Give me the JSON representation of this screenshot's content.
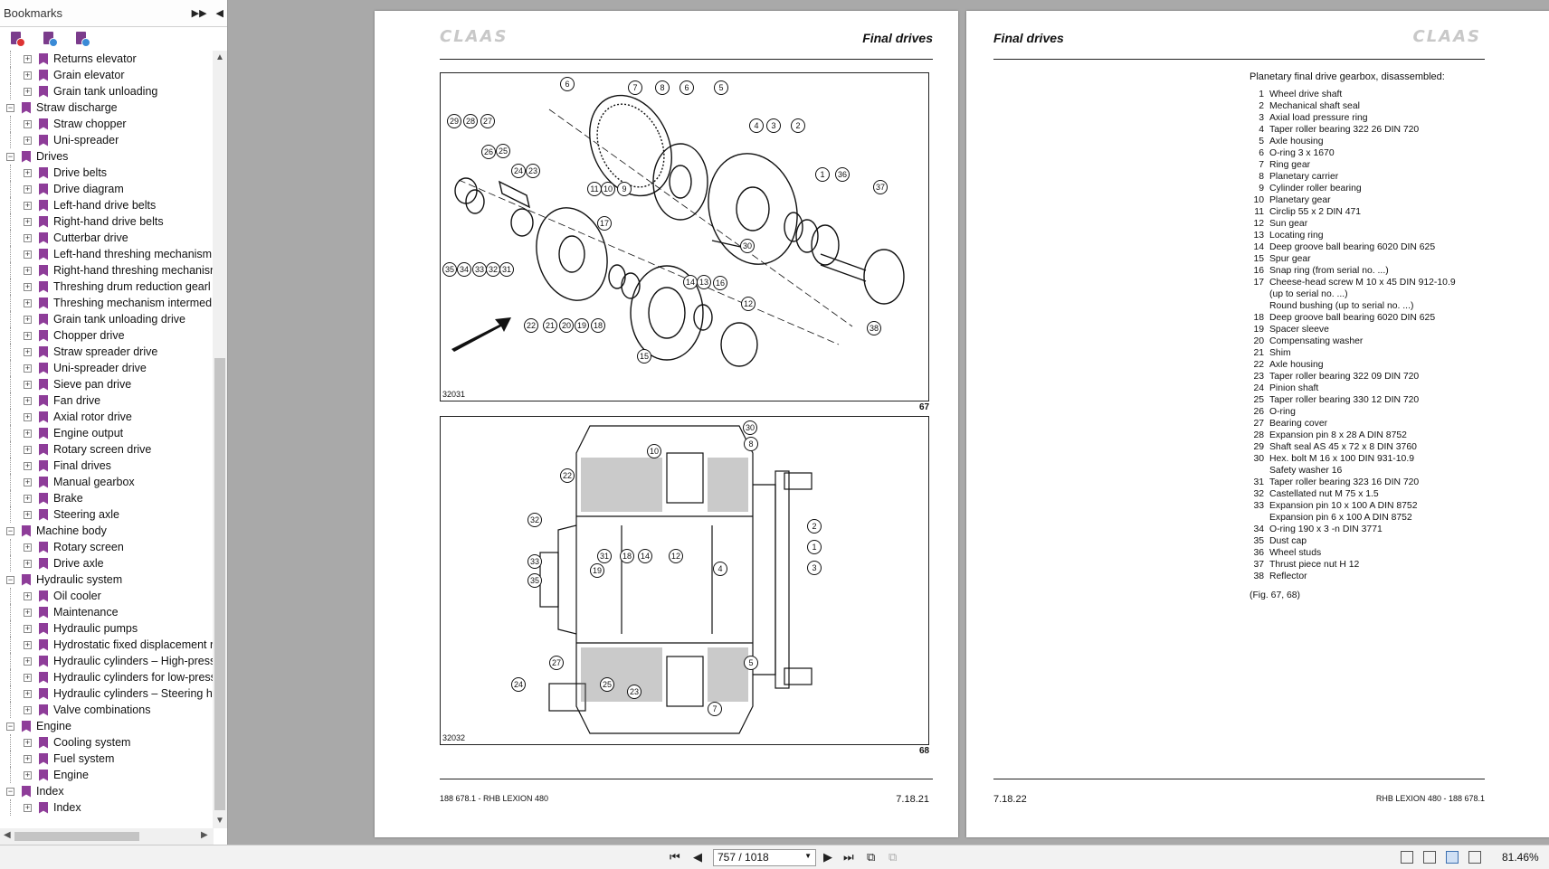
{
  "bookmarks": {
    "title": "Bookmarks",
    "items": [
      {
        "level": 2,
        "label": "Returns elevator"
      },
      {
        "level": 2,
        "label": "Grain elevator"
      },
      {
        "level": 2,
        "label": "Grain tank unloading"
      },
      {
        "level": 1,
        "label": "Straw discharge"
      },
      {
        "level": 2,
        "label": "Straw chopper"
      },
      {
        "level": 2,
        "label": "Uni-spreader"
      },
      {
        "level": 1,
        "label": "Drives"
      },
      {
        "level": 2,
        "label": "Drive belts"
      },
      {
        "level": 2,
        "label": "Drive diagram"
      },
      {
        "level": 2,
        "label": "Left-hand drive belts"
      },
      {
        "level": 2,
        "label": "Right-hand drive belts"
      },
      {
        "level": 2,
        "label": "Cutterbar drive"
      },
      {
        "level": 2,
        "label": "Left-hand threshing mechanism"
      },
      {
        "level": 2,
        "label": "Right-hand threshing mechanisr"
      },
      {
        "level": 2,
        "label": "Threshing drum reduction gearl"
      },
      {
        "level": 2,
        "label": "Threshing mechanism intermed"
      },
      {
        "level": 2,
        "label": "Grain tank unloading drive"
      },
      {
        "level": 2,
        "label": "Chopper drive"
      },
      {
        "level": 2,
        "label": "Straw spreader drive"
      },
      {
        "level": 2,
        "label": "Uni-spreader drive"
      },
      {
        "level": 2,
        "label": "Sieve pan drive"
      },
      {
        "level": 2,
        "label": "Fan drive"
      },
      {
        "level": 2,
        "label": "Axial rotor drive"
      },
      {
        "level": 2,
        "label": "Engine output"
      },
      {
        "level": 2,
        "label": "Rotary screen drive"
      },
      {
        "level": 2,
        "label": "Final drives"
      },
      {
        "level": 2,
        "label": "Manual gearbox"
      },
      {
        "level": 2,
        "label": "Brake"
      },
      {
        "level": 2,
        "label": "Steering axle"
      },
      {
        "level": 1,
        "label": "Machine body"
      },
      {
        "level": 2,
        "label": "Rotary screen"
      },
      {
        "level": 2,
        "label": "Drive axle"
      },
      {
        "level": 1,
        "label": "Hydraulic system"
      },
      {
        "level": 2,
        "label": "Oil cooler"
      },
      {
        "level": 2,
        "label": "Maintenance"
      },
      {
        "level": 2,
        "label": "Hydraulic pumps"
      },
      {
        "level": 2,
        "label": "Hydrostatic fixed displacement r"
      },
      {
        "level": 2,
        "label": "Hydraulic cylinders – High-pressu"
      },
      {
        "level": 2,
        "label": "Hydraulic cylinders for low-press"
      },
      {
        "level": 2,
        "label": "Hydraulic cylinders – Steering hy"
      },
      {
        "level": 2,
        "label": "Valve combinations"
      },
      {
        "level": 1,
        "label": "Engine"
      },
      {
        "level": 2,
        "label": "Cooling system"
      },
      {
        "level": 2,
        "label": "Fuel system"
      },
      {
        "level": 2,
        "label": "Engine"
      },
      {
        "level": 1,
        "label": "Index"
      },
      {
        "level": 2,
        "label": "Index"
      }
    ]
  },
  "left_page": {
    "logo": "CLAAS",
    "title": "Final drives",
    "fig1": {
      "code": "32031",
      "number": "67"
    },
    "fig2": {
      "code": "32032",
      "number": "68"
    },
    "footer_left": "188 678.1 - RHB LEXION 480",
    "footer_right": "7.18.21"
  },
  "right_page": {
    "logo": "CLAAS",
    "title": "Final drives",
    "heading": "Planetary final drive gearbox, disassembled:",
    "parts": [
      {
        "n": "1",
        "t": "Wheel drive shaft"
      },
      {
        "n": "2",
        "t": "Mechanical shaft seal"
      },
      {
        "n": "3",
        "t": "Axial load pressure ring"
      },
      {
        "n": "4",
        "t": "Taper roller bearing 322 26 DIN 720"
      },
      {
        "n": "5",
        "t": "Axle housing"
      },
      {
        "n": "6",
        "t": "O-ring 3 x 1670"
      },
      {
        "n": "7",
        "t": "Ring gear"
      },
      {
        "n": "8",
        "t": "Planetary carrier"
      },
      {
        "n": "9",
        "t": "Cylinder roller bearing"
      },
      {
        "n": "10",
        "t": "Planetary gear"
      },
      {
        "n": "11",
        "t": "Circlip 55 x 2 DIN 471"
      },
      {
        "n": "12",
        "t": "Sun gear"
      },
      {
        "n": "13",
        "t": "Locating ring"
      },
      {
        "n": "14",
        "t": "Deep groove ball bearing 6020 DIN 625"
      },
      {
        "n": "15",
        "t": "Spur gear"
      },
      {
        "n": "16",
        "t": "Snap ring (from serial no. ...)"
      },
      {
        "n": "17",
        "t": "Cheese-head screw M 10 x 45 DIN 912-10.9"
      },
      {
        "n": "",
        "t": "(up to serial no. ...)"
      },
      {
        "n": "",
        "t": "Round bushing (up to serial no. ...)"
      },
      {
        "n": "18",
        "t": "Deep groove ball bearing 6020 DIN 625"
      },
      {
        "n": "19",
        "t": "Spacer sleeve"
      },
      {
        "n": "20",
        "t": "Compensating washer"
      },
      {
        "n": "21",
        "t": "Shim"
      },
      {
        "n": "22",
        "t": "Axle housing"
      },
      {
        "n": "23",
        "t": "Taper roller bearing 322 09 DIN 720"
      },
      {
        "n": "24",
        "t": "Pinion shaft"
      },
      {
        "n": "25",
        "t": "Taper roller bearing 330 12 DIN 720"
      },
      {
        "n": "26",
        "t": "O-ring"
      },
      {
        "n": "27",
        "t": "Bearing cover"
      },
      {
        "n": "28",
        "t": "Expansion pin 8 x 28 A DIN 8752"
      },
      {
        "n": "29",
        "t": "Shaft seal AS 45 x 72 x 8 DIN 3760"
      },
      {
        "n": "30",
        "t": "Hex. bolt M 16 x 100 DIN 931-10.9"
      },
      {
        "n": "",
        "t": "Safety washer 16"
      },
      {
        "n": "31",
        "t": "Taper roller bearing 323 16 DIN 720"
      },
      {
        "n": "32",
        "t": "Castellated nut M 75 x 1.5"
      },
      {
        "n": "33",
        "t": "Expansion pin 10 x 100 A DIN 8752"
      },
      {
        "n": "",
        "t": "Expansion pin 6 x 100 A DIN 8752"
      },
      {
        "n": "34",
        "t": "O-ring 190 x 3 -n DIN 3771"
      },
      {
        "n": "35",
        "t": "Dust cap"
      },
      {
        "n": "36",
        "t": "Wheel studs"
      },
      {
        "n": "37",
        "t": "Thrust piece nut H 12"
      },
      {
        "n": "38",
        "t": "Reflector"
      }
    ],
    "fig_ref": "(Fig. 67, 68)",
    "footer_left": "7.18.22",
    "footer_right": "RHB LEXION 480 - 188 678.1"
  },
  "fig1_callouts": [
    "6",
    "7",
    "8",
    "6",
    "5",
    "29",
    "28",
    "27",
    "26",
    "25",
    "24",
    "23",
    "11",
    "10",
    "9",
    "4",
    "3",
    "2",
    "1",
    "36",
    "37",
    "17",
    "30",
    "35",
    "34",
    "33",
    "32",
    "31",
    "22",
    "21",
    "20",
    "19",
    "18",
    "14",
    "13",
    "16",
    "12",
    "15",
    "38"
  ],
  "fig2_callouts": [
    "30",
    "10",
    "8",
    "22",
    "32",
    "31",
    "18",
    "14",
    "12",
    "4",
    "2",
    "1",
    "3",
    "33",
    "19",
    "35",
    "5",
    "27",
    "25",
    "23",
    "24",
    "7"
  ],
  "toolbar": {
    "page_value": "757 / 1018",
    "zoom": "81.46%"
  },
  "colors": {
    "bookmark_icon": "#8e3d99",
    "background": "#a9a9a9"
  }
}
